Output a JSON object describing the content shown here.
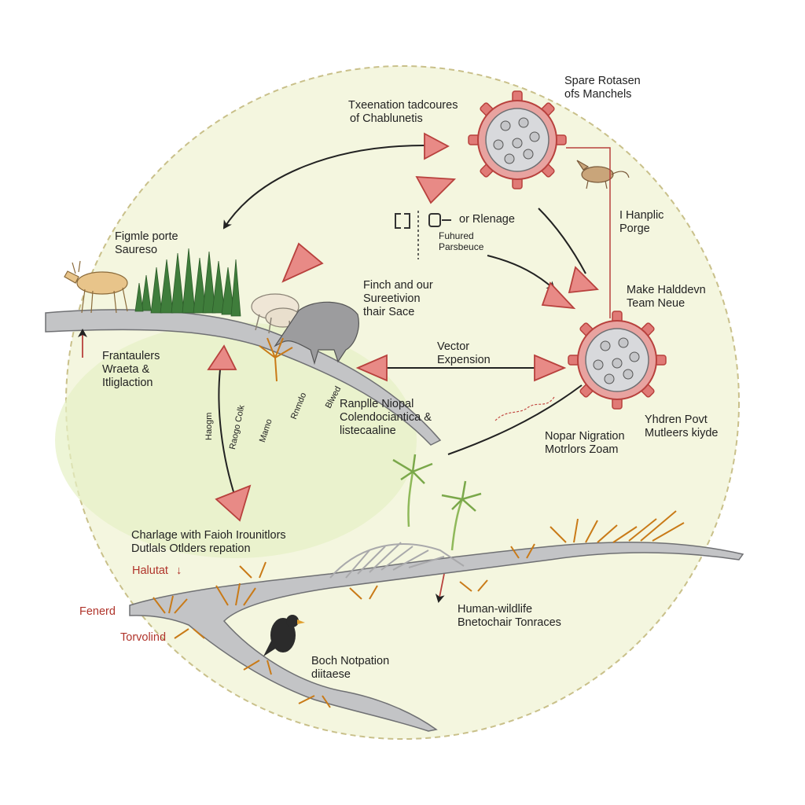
{
  "colors": {
    "circle_fill": "#f4f6df",
    "circle_border": "#c9c08a",
    "ground": "#c3c4c6",
    "ground_edge": "#6f7073",
    "grass": "#dceeb4",
    "arrow_red": "#e88a86",
    "arrow_red_stroke": "#b8413d",
    "virus_spike": "#e07a76",
    "virus_core": "#d8d9dc",
    "tree": "#3f7d3b",
    "spiky_plant": "#e59a2a",
    "text_red": "#b0342b"
  },
  "labels": {
    "top_center": [
      "Txeenation tadcoures",
      "of Chablunetis"
    ],
    "top_right": [
      "Spare Rotasen",
      "ofs Manchels"
    ],
    "mid_icon_text": "or Rlenage",
    "mid_small": [
      "Fuhured",
      "Parsbeuce"
    ],
    "right_mid": [
      "I Hanplic",
      "Porge"
    ],
    "right_make": [
      "Make Halddevn",
      "Team Neue"
    ],
    "left_top": [
      "Figmle porte",
      "Saureso"
    ],
    "center_block": [
      "Finch and our",
      "Sureetivion",
      "thair Sace"
    ],
    "vector": [
      "Vector",
      "Expension"
    ],
    "left_mid": [
      "Frantaulers",
      "Wraeta &",
      "Itliglaction"
    ],
    "rot_1": "Haogm",
    "rot_2": "Raogo Colk",
    "rot_3": "Mamo",
    "rot_4": "Rnmdo",
    "rot_5": "Blwed",
    "ranple": [
      "Ranplle Niopal",
      "Colendociantica &",
      "listecaaline"
    ],
    "nopar": [
      "Nopar Nigration",
      "Motrlors Zoam"
    ],
    "yhdren": [
      "Yhdren Povt",
      "Mutleers kiyde"
    ],
    "charlage": [
      "Charlage with Faioh Irounitlors",
      "Dutlals Otlders repation"
    ],
    "halutat": "Halutat",
    "fernerd": "Fenerd",
    "torvolind": "Torvolind",
    "human": [
      "Human-wildlife",
      "Bnetochair Tonraces"
    ],
    "boch": [
      "Boch Notpation",
      "diitaese"
    ]
  }
}
